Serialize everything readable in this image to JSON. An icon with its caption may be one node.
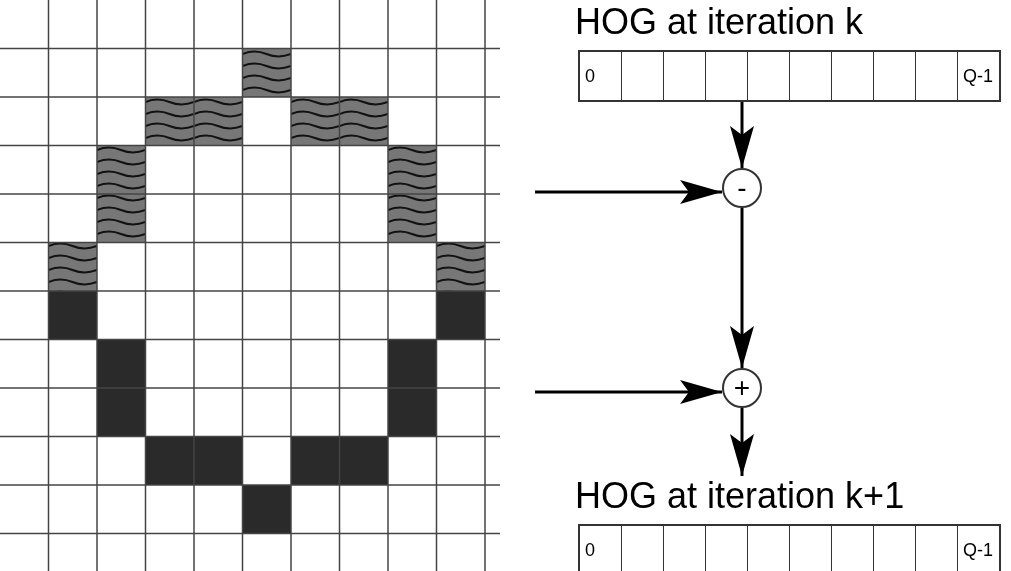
{
  "diagram": {
    "nodes": [
      {
        "text": [
          "HOG at iteration k",
          "0",
          "Q-1"
        ]
      },
      {
        "text": [
          "-"
        ]
      },
      {
        "text": [
          "+"
        ]
      },
      {
        "text": [
          "HOG at iteration k+1",
          "0",
          "Q-1"
        ]
      }
    ],
    "edges": [
      {
        "from": 0,
        "to": 1,
        "arrow": "to"
      },
      {
        "from": null,
        "to": 1,
        "arrow": "to"
      },
      {
        "from": 1,
        "to": 2,
        "arrow": "to"
      },
      {
        "from": null,
        "to": 2,
        "arrow": "to"
      },
      {
        "from": 2,
        "to": 3,
        "arrow": "to"
      }
    ]
  }
}
